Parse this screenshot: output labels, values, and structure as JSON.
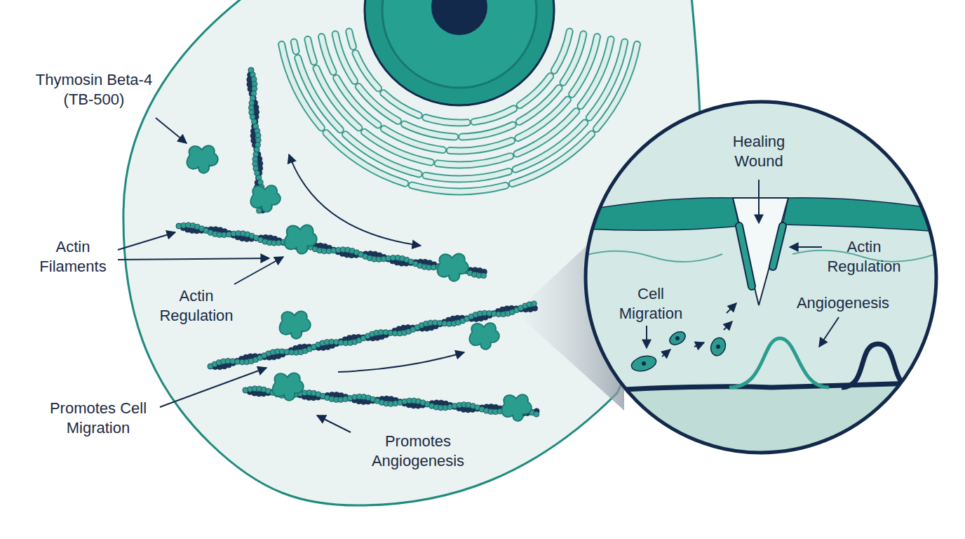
{
  "diagram": {
    "labels": [
      "Thymosin Beta-4 (TB-500)",
      "Healing Wound",
      "Actin Filaments",
      "Actin Regulation",
      "Cell Migration",
      "Actin Regulation",
      "Angiogenesis",
      "Promotes Cell Migration",
      "Promotes Angiogenesis"
    ]
  }
}
